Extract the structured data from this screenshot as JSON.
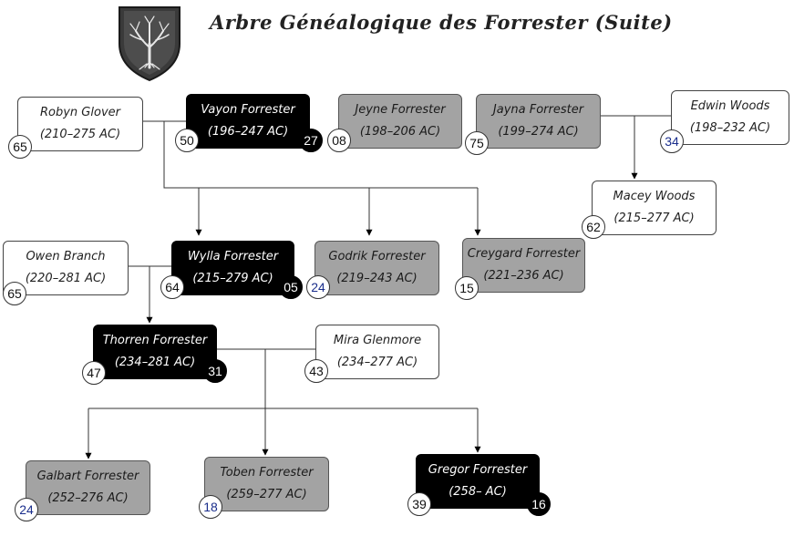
{
  "title": "Arbre Généalogique des Forrester (Suite)",
  "colors": {
    "white": "#ffffff",
    "gray": "#a3a3a3",
    "black": "#000000",
    "badge_blue": "#1a2e8c"
  },
  "icons": {
    "crest": "tree-shield-icon"
  },
  "people": [
    {
      "name": "Robyn Glover",
      "dates": "(210–275 AC)",
      "style": "white",
      "left": {
        "text": "65",
        "style": "w"
      }
    },
    {
      "name": "Vayon Forrester",
      "dates": "(196–247 AC)",
      "style": "black",
      "left": {
        "text": "50",
        "style": "w"
      },
      "right": {
        "text": "27",
        "style": "k"
      }
    },
    {
      "name": "Jeyne Forrester",
      "dates": "(198–206 AC)",
      "style": "gray",
      "left": {
        "text": "08",
        "style": "w"
      }
    },
    {
      "name": "Jayna Forrester",
      "dates": "(199–274 AC)",
      "style": "gray",
      "left": {
        "text": "75",
        "style": "w"
      }
    },
    {
      "name": "Edwin Woods",
      "dates": "(198–232 AC)",
      "style": "white",
      "left": {
        "text": "34",
        "style": "wb"
      }
    },
    {
      "name": "Macey Woods",
      "dates": "(215–277 AC)",
      "style": "white",
      "left": {
        "text": "62",
        "style": "w"
      }
    },
    {
      "name": "Owen Branch",
      "dates": "(220–281 AC)",
      "style": "white",
      "left": {
        "text": "65",
        "style": "w"
      }
    },
    {
      "name": "Wylla Forrester",
      "dates": "(215–279 AC)",
      "style": "black",
      "left": {
        "text": "64",
        "style": "w"
      },
      "right": {
        "text": "05",
        "style": "k"
      }
    },
    {
      "name": "Godrik Forrester",
      "dates": "(219–243 AC)",
      "style": "gray",
      "left": {
        "text": "24",
        "style": "wb"
      }
    },
    {
      "name": "Creygard Forrester",
      "dates": "(221–236 AC)",
      "style": "gray",
      "left": {
        "text": "15",
        "style": "w"
      }
    },
    {
      "name": "Thorren Forrester",
      "dates": "(234–281 AC)",
      "style": "black",
      "left": {
        "text": "47",
        "style": "w"
      },
      "right": {
        "text": "31",
        "style": "k"
      }
    },
    {
      "name": "Mira Glenmore",
      "dates": "(234–277 AC)",
      "style": "white",
      "left": {
        "text": "43",
        "style": "w"
      }
    },
    {
      "name": "Galbart Forrester",
      "dates": "(252–276 AC)",
      "style": "gray",
      "left": {
        "text": "24",
        "style": "wb"
      }
    },
    {
      "name": "Toben Forrester",
      "dates": "(259–277 AC)",
      "style": "gray",
      "left": {
        "text": "18",
        "style": "wb"
      }
    },
    {
      "name": "Gregor Forrester",
      "dates": "(258–      AC)",
      "style": "black",
      "left": {
        "text": "39",
        "style": "w"
      },
      "right": {
        "text": "16",
        "style": "k"
      }
    }
  ]
}
